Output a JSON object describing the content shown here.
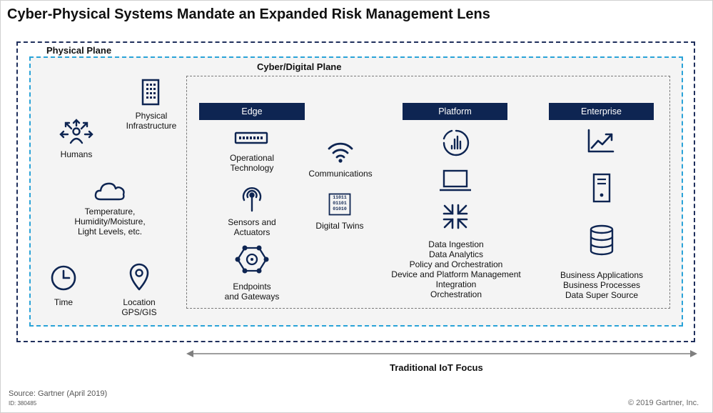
{
  "title": "Cyber-Physical Systems Mandate an Expanded Risk Management Lens",
  "physical_plane": {
    "label": "Physical Plane",
    "items": {
      "infrastructure": {
        "line1": "Physical",
        "line2": "Infrastructure",
        "icon": "building-icon"
      },
      "humans": {
        "label": "Humans",
        "icon": "people-network-icon"
      },
      "environment": {
        "line1": "Temperature,",
        "line2": "Humidity/Moisture,",
        "line3": "Light Levels, etc.",
        "icon": "cloud-icon"
      },
      "time": {
        "label": "Time",
        "icon": "clock-icon"
      },
      "location": {
        "line1": "Location",
        "line2": "GPS/GIS",
        "icon": "map-pin-icon"
      }
    }
  },
  "cyber_plane": {
    "label": "Cyber/Digital Plane",
    "edge": {
      "header": "Edge",
      "ot": {
        "line1": "Operational",
        "line2": "Technology",
        "icon": "switch-icon"
      },
      "sensors": {
        "line1": "Sensors and",
        "line2": "Actuators",
        "icon": "antenna-icon"
      },
      "endpoints": {
        "line1": "Endpoints",
        "line2": "and Gateways",
        "icon": "hub-icon"
      },
      "communications": {
        "label": "Communications",
        "icon": "wifi-icon"
      },
      "digital_twins": {
        "label": "Digital Twins",
        "icon": "binary-doc-icon",
        "bits": [
          "11011",
          "01101",
          "01010"
        ]
      }
    },
    "platform": {
      "header": "Platform",
      "items": [
        "Data Ingestion",
        "Data Analytics",
        "Policy and Orchestration",
        "Device and Platform Management",
        "Integration",
        "Orchestration"
      ]
    },
    "enterprise": {
      "header": "Enterprise",
      "items": [
        "Business Applications",
        "Business Processes",
        "Data Super Source"
      ]
    }
  },
  "traditional_iot_label": "Traditional IoT Focus",
  "footer": {
    "source": "Source: Gartner (April 2019)",
    "id": "ID: 380485",
    "copyright": "© 2019 Gartner, Inc."
  },
  "colors": {
    "navy": "#0e2552",
    "light_blue": "#2aa3d8",
    "panel": "#f4f4f4"
  }
}
